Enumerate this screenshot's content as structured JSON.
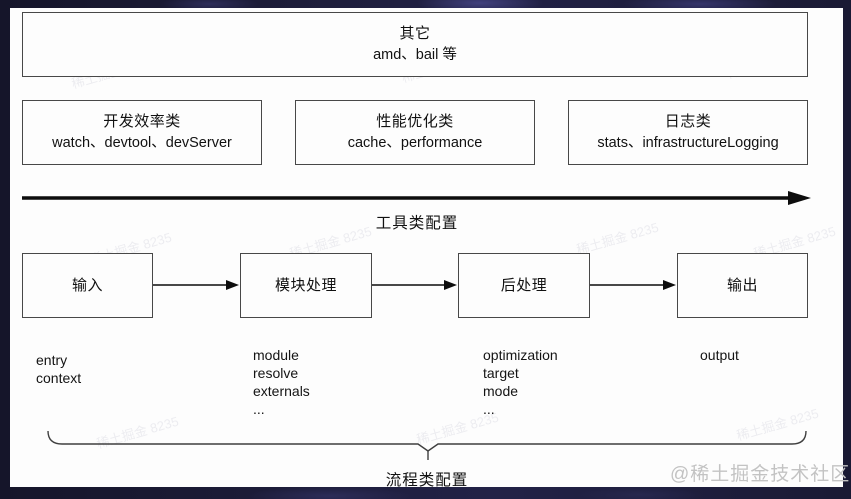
{
  "other_box": {
    "title": "其它",
    "subtitle": "amd、bail 等"
  },
  "category_boxes": [
    {
      "title": "开发效率类",
      "subtitle": "watch、devtool、devServer"
    },
    {
      "title": "性能优化类",
      "subtitle": "cache、performance"
    },
    {
      "title": "日志类",
      "subtitle": "stats、infrastructureLogging"
    }
  ],
  "tool_axis": {
    "label": "工具类配置"
  },
  "flow": {
    "stages": [
      {
        "label": "输入",
        "props": [
          "entry",
          "context"
        ]
      },
      {
        "label": "模块处理",
        "props": [
          "module",
          "resolve",
          "externals",
          "..."
        ]
      },
      {
        "label": "后处理",
        "props": [
          "optimization",
          "target",
          "mode",
          "..."
        ]
      },
      {
        "label": "输出",
        "props": [
          "output"
        ]
      }
    ],
    "brace_label": "流程类配置"
  },
  "watermarks": {
    "tile_text": "稀土掘金 8235",
    "corner_text": "@稀土掘金技术社区"
  }
}
